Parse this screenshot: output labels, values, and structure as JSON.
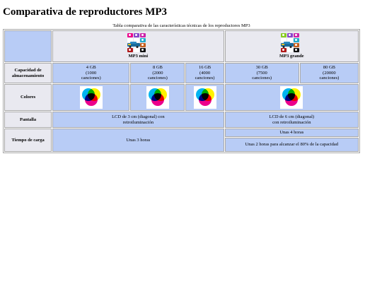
{
  "page": {
    "title": "Comparativa de reproductores MP3",
    "caption": "Tabla comparativa de las características técnicas de los reproductores MP3"
  },
  "products": [
    {
      "name": "MP3 mini",
      "icon": "mp3-player-icon"
    },
    {
      "name": "MP3 grande",
      "icon": "mp3-player-icon"
    }
  ],
  "rows": {
    "capacity": {
      "label": "Capacidad de almacenamiento",
      "mini": [
        {
          "size": "4 GB",
          "songs": "(1000",
          "unit": "canciones)"
        },
        {
          "size": "8 GB",
          "songs": "(2000",
          "unit": "canciones)"
        },
        {
          "size": "16 GB",
          "songs": "(4000",
          "unit": "canciones)"
        }
      ],
      "grande": [
        {
          "size": "30 GB",
          "songs": "(7500",
          "unit": "canciones)"
        },
        {
          "size": "80 GB",
          "songs": "(20000",
          "unit": "canciones)"
        }
      ]
    },
    "colors": {
      "label": "Colores",
      "swatch_icon": "cmyk-color-wheel-icon",
      "palette": [
        "#00b4f0",
        "#ec008c",
        "#fff200",
        "#000000"
      ]
    },
    "screen": {
      "label": "Pantalla",
      "mini_line1": "LCD de 3 cm (diagonal) con",
      "mini_line2": "retroiluminación",
      "grande_line1": "LCD de 6 cm (diagonal)",
      "grande_line2": "con retroiluminación"
    },
    "charge": {
      "label": "Tiempo de carga",
      "mini": "Unas 3 horas",
      "grande_1": "Unas 4 horas",
      "grande_2": "Unas 2 horas para alcanzar el 80% de la capacidad"
    }
  }
}
